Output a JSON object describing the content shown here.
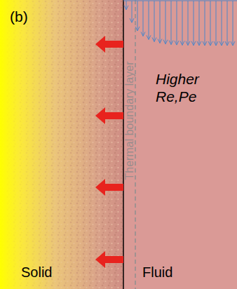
{
  "diagram": {
    "labels": [
      "(b)",
      "Thermal boundary layer",
      "Higher Re,Pe",
      "Solid",
      "Fluid"
    ]
  }
}
